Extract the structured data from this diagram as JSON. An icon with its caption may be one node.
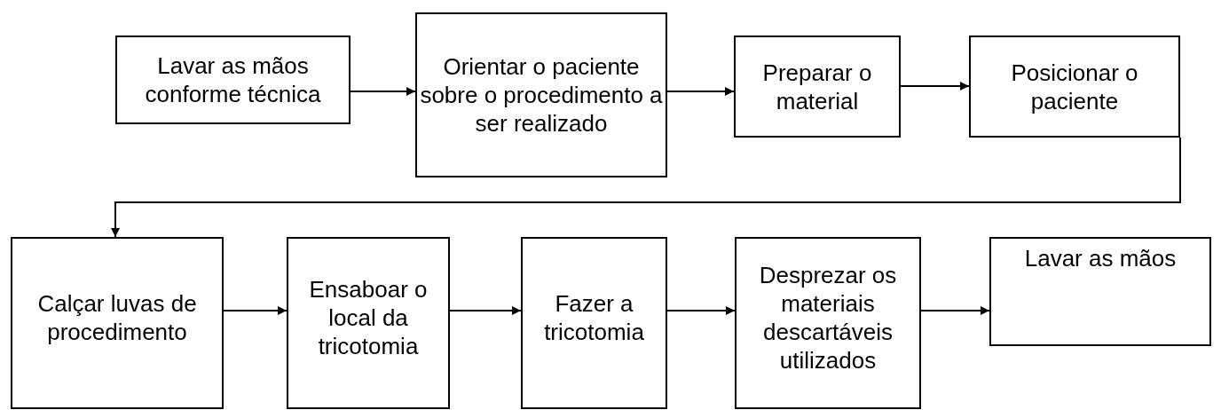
{
  "diagram": {
    "nodes": [
      {
        "text": [
          "Lavar as mãos conforme técnica"
        ]
      },
      {
        "text": [
          "Orientar o paciente sobre o procedimento a ser realizado"
        ]
      },
      {
        "text": [
          "Preparar o material"
        ]
      },
      {
        "text": [
          "Posicionar o paciente"
        ]
      },
      {
        "text": [
          "Calçar luvas de procedimento"
        ]
      },
      {
        "text": [
          "Ensaboar o local da tricotomia"
        ]
      },
      {
        "text": [
          "Fazer a tricotomia"
        ]
      },
      {
        "text": [
          "Desprezar os materiais descartáveis utilizados"
        ]
      },
      {
        "text": [
          "Lavar as mãos"
        ]
      }
    ],
    "edges": [
      {
        "from": 0,
        "to": 1,
        "arrow": "to"
      },
      {
        "from": 1,
        "to": 2,
        "arrow": "to"
      },
      {
        "from": 2,
        "to": 3,
        "arrow": "to"
      },
      {
        "from": 3,
        "to": 4,
        "arrow": "to"
      },
      {
        "from": 4,
        "to": 5,
        "arrow": "to"
      },
      {
        "from": 5,
        "to": 6,
        "arrow": "to"
      },
      {
        "from": 6,
        "to": 7,
        "arrow": "to"
      },
      {
        "from": 7,
        "to": 8,
        "arrow": "to"
      }
    ]
  }
}
